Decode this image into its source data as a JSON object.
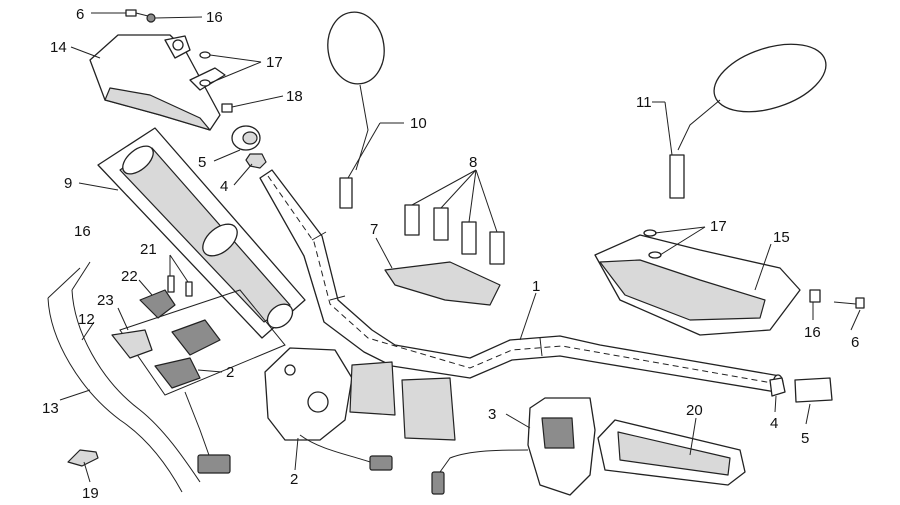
{
  "callouts": {
    "c1": "1",
    "c2a": "2",
    "c2b": "2",
    "c3": "3",
    "c4a": "4",
    "c4b": "4",
    "c5a": "5",
    "c5b": "5",
    "c6a": "6",
    "c6b": "6",
    "c7": "7",
    "c8": "8",
    "c9": "9",
    "c10": "10",
    "c11": "11",
    "c12": "12",
    "c13": "13",
    "c14": "14",
    "c15": "15",
    "c16a": "16",
    "c16b": "16",
    "c16c": "16",
    "c17a": "17",
    "c17b": "17",
    "c18": "18",
    "c19": "19",
    "c20": "20",
    "c21": "21",
    "c22": "22",
    "c23": "23"
  }
}
